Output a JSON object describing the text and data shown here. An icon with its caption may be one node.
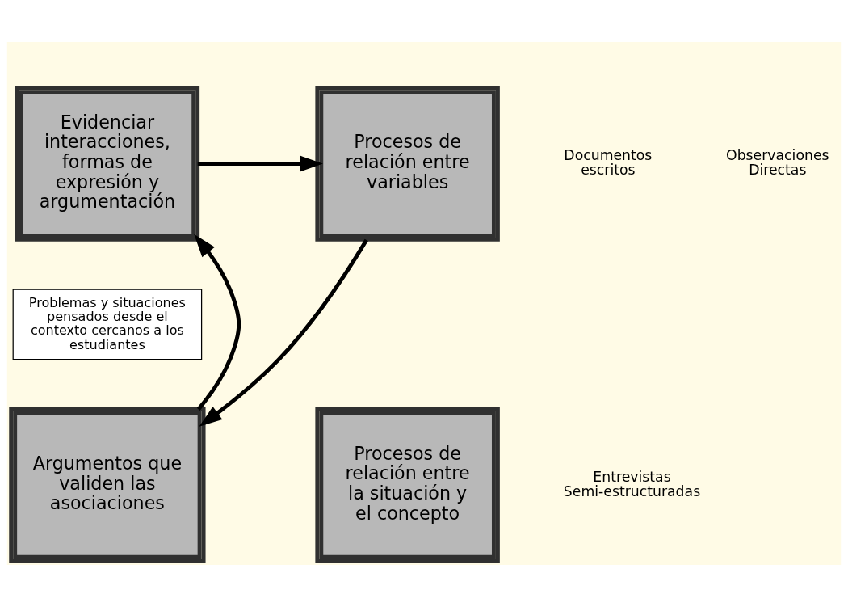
{
  "diagram": {
    "nodes": [
      {
        "text": [
          "Evidenciar interacciones, formas de expresión y argumentación"
        ]
      },
      {
        "text": [
          "Procesos de relación entre variables"
        ]
      },
      {
        "text": [
          "Procesos de relación entre la situación y el concepto"
        ]
      },
      {
        "text": [
          "Argumentos que validen las asociaciones"
        ]
      },
      {
        "text": [
          "Problemas y situaciones pensados desde el contexto cercanos a los estudiantes"
        ]
      }
    ],
    "edges": [
      {
        "from": 0,
        "to": 1,
        "arrow": "to"
      },
      {
        "from": 1,
        "to": 3,
        "arrow": "to"
      },
      {
        "from": 3,
        "to": 0,
        "arrow": "to"
      }
    ],
    "labels": [
      "Observaciones Directas",
      "Documentos escritos",
      "Entrevistas Semi-estructuradas"
    ]
  }
}
